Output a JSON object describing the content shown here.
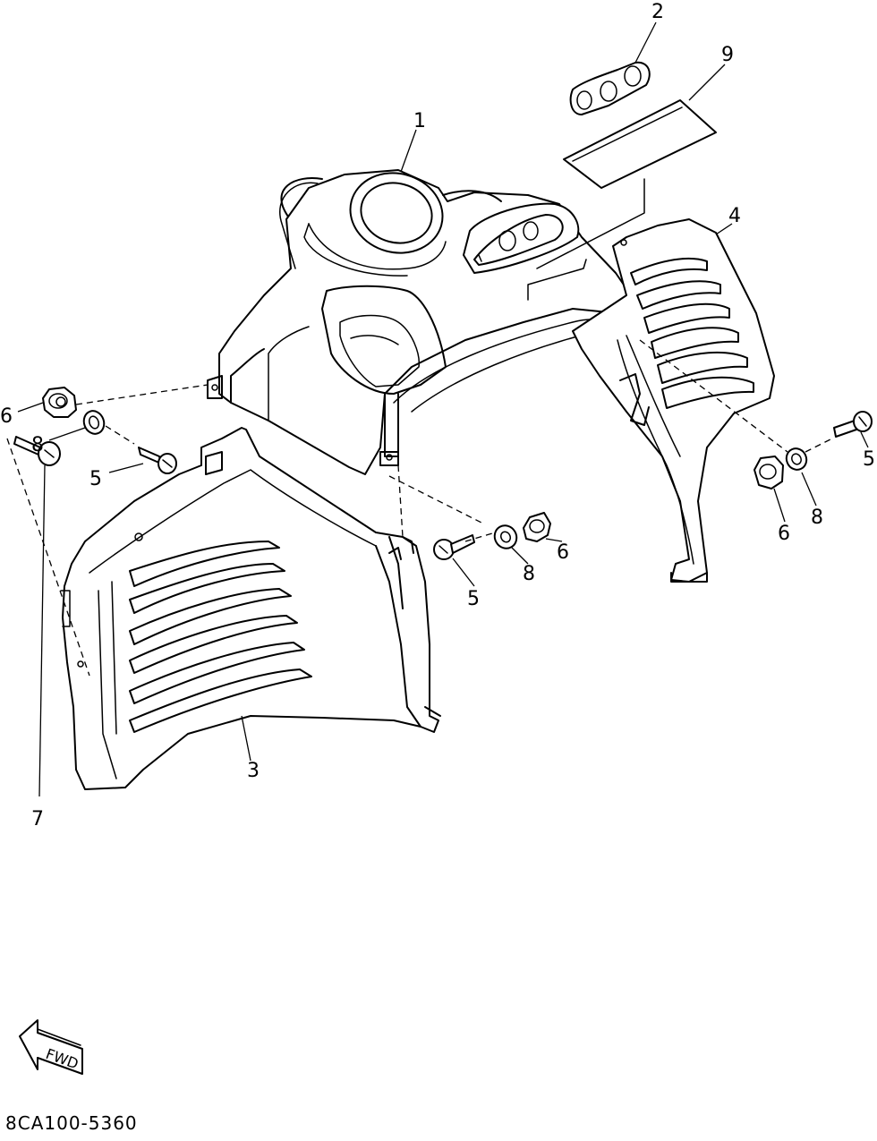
{
  "callouts": {
    "c1": "1",
    "c2": "2",
    "c3": "3",
    "c4": "4",
    "c5a": "5",
    "c5b": "5",
    "c5c": "5",
    "c6a": "6",
    "c6b": "6",
    "c6c": "6",
    "c7": "7",
    "c8a": "8",
    "c8b": "8",
    "c8c": "8",
    "c9": "9"
  },
  "fwd_label": "FWD",
  "diagram_code": "8CA100-5360",
  "icons": {
    "fwd_arrow": "fwd-arrow-icon"
  }
}
